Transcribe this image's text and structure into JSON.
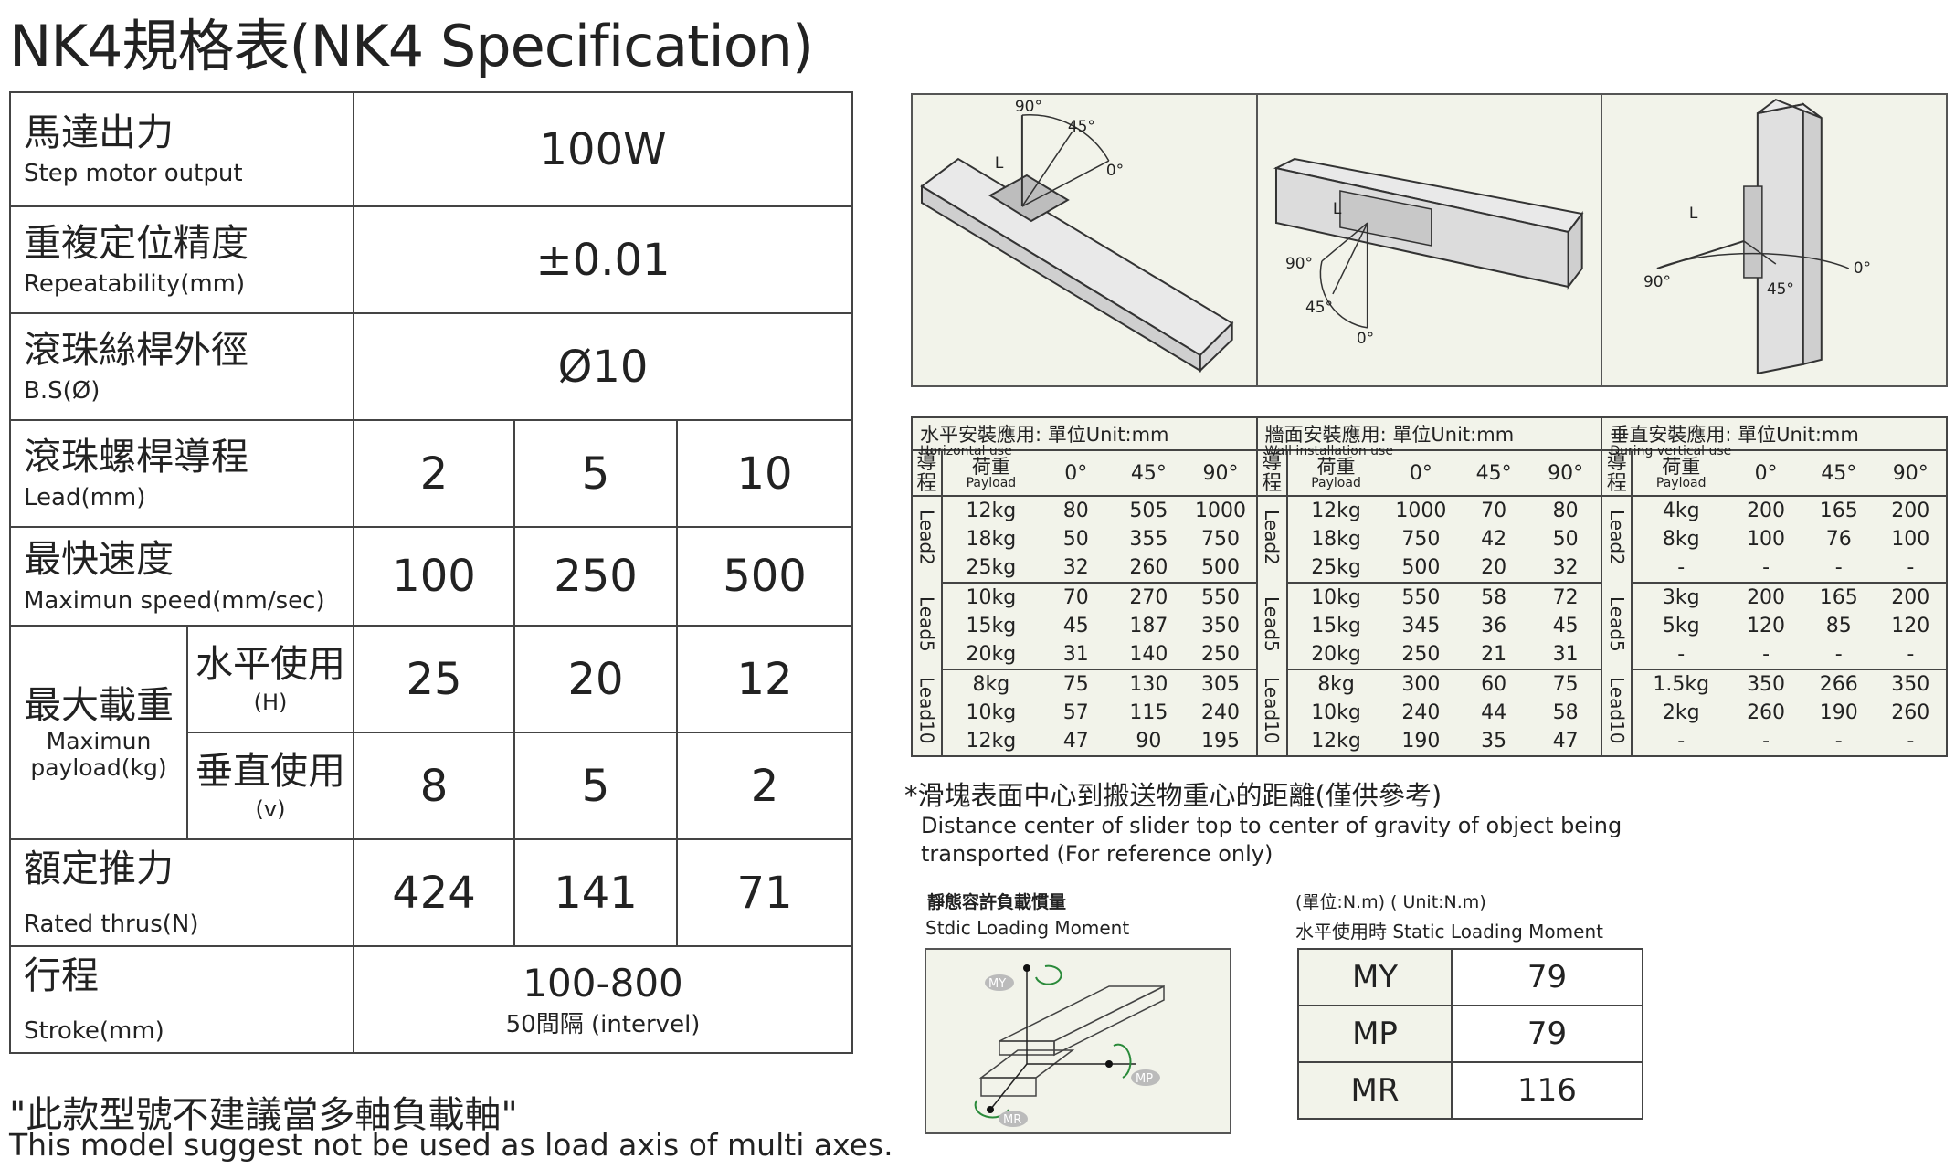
{
  "title": "NK4規格表(NK4 Specification)",
  "spec": {
    "motor_zh": "馬達出力",
    "motor_en": "Step motor output",
    "motor_val": "100W",
    "rep_zh": "重複定位精度",
    "rep_en": "Repeatability(mm)",
    "rep_val": "±0.01",
    "bs_zh": "滾珠絲桿外徑",
    "bs_en": "B.S(Ø)",
    "bs_val": "Ø10",
    "lead_zh": "滾珠螺桿導程",
    "lead_en": "Lead(mm)",
    "leads": [
      "2",
      "5",
      "10"
    ],
    "speed_zh": "最快速度",
    "speed_en": "Maximun speed(mm/sec)",
    "speeds": [
      "100",
      "250",
      "500"
    ],
    "payload_zh": "最大載重",
    "payload_en": "Maximun payload(kg)",
    "h_zh": "水平使用",
    "h_en": "(H)",
    "h_vals": [
      "25",
      "20",
      "12"
    ],
    "v_zh": "垂直使用",
    "v_en": "(v)",
    "v_vals": [
      "8",
      "5",
      "2"
    ],
    "thrust_zh": "額定推力",
    "thrust_en": "Rated thrus(N)",
    "thrusts": [
      "424",
      "141",
      "71"
    ],
    "stroke_zh": "行程",
    "stroke_en": "Stroke(mm)",
    "stroke_val": "100-800",
    "stroke_sub": "50間隔 (intervel)"
  },
  "notes": {
    "zh": "\"此款型號不建議當多軸負載軸\"",
    "en": "This model suggest not be used as load axis of multi axes."
  },
  "illustrations": {
    "horizontal": {
      "a90": "90°",
      "a45": "45°",
      "a0": "0°",
      "L": "L"
    },
    "wall": {
      "a90": "90°",
      "a45": "45°",
      "a0": "0°",
      "L": "L"
    },
    "vertical": {
      "a90": "90°",
      "a45": "45°",
      "a0": "0°",
      "L": "L"
    }
  },
  "payload_tables": {
    "col_lead": "導程",
    "col_payload_zh": "荷重",
    "col_payload_en": "Payload",
    "angles": [
      "0°",
      "45°",
      "90°"
    ],
    "tables": [
      {
        "title_zh": "水平安裝應用: 單位Unit:mm",
        "title_en": "Horizontal use",
        "groups": [
          {
            "lead": "Lead2",
            "rows": [
              [
                "12kg",
                "80",
                "505",
                "1000"
              ],
              [
                "18kg",
                "50",
                "355",
                "750"
              ],
              [
                "25kg",
                "32",
                "260",
                "500"
              ]
            ]
          },
          {
            "lead": "Lead5",
            "rows": [
              [
                "10kg",
                "70",
                "270",
                "550"
              ],
              [
                "15kg",
                "45",
                "187",
                "350"
              ],
              [
                "20kg",
                "31",
                "140",
                "250"
              ]
            ]
          },
          {
            "lead": "Lead10",
            "rows": [
              [
                "8kg",
                "75",
                "130",
                "305"
              ],
              [
                "10kg",
                "57",
                "115",
                "240"
              ],
              [
                "12kg",
                "47",
                "90",
                "195"
              ]
            ]
          }
        ]
      },
      {
        "title_zh": "牆面安裝應用: 單位Unit:mm",
        "title_en": "Wall installation use",
        "groups": [
          {
            "lead": "Lead2",
            "rows": [
              [
                "12kg",
                "1000",
                "70",
                "80"
              ],
              [
                "18kg",
                "750",
                "42",
                "50"
              ],
              [
                "25kg",
                "500",
                "20",
                "32"
              ]
            ]
          },
          {
            "lead": "Lead5",
            "rows": [
              [
                "10kg",
                "550",
                "58",
                "72"
              ],
              [
                "15kg",
                "345",
                "36",
                "45"
              ],
              [
                "20kg",
                "250",
                "21",
                "31"
              ]
            ]
          },
          {
            "lead": "Lead10",
            "rows": [
              [
                "8kg",
                "300",
                "60",
                "75"
              ],
              [
                "10kg",
                "240",
                "44",
                "58"
              ],
              [
                "12kg",
                "190",
                "35",
                "47"
              ]
            ]
          }
        ]
      },
      {
        "title_zh": "垂直安裝應用: 單位Unit:mm",
        "title_en": "During vertical use",
        "groups": [
          {
            "lead": "Lead2",
            "rows": [
              [
                "4kg",
                "200",
                "165",
                "200"
              ],
              [
                "8kg",
                "100",
                "76",
                "100"
              ],
              [
                "-",
                "-",
                "-",
                "-"
              ]
            ]
          },
          {
            "lead": "Lead5",
            "rows": [
              [
                "3kg",
                "200",
                "165",
                "200"
              ],
              [
                "5kg",
                "120",
                "85",
                "120"
              ],
              [
                "-",
                "-",
                "-",
                "-"
              ]
            ]
          },
          {
            "lead": "Lead10",
            "rows": [
              [
                "1.5kg",
                "350",
                "266",
                "350"
              ],
              [
                "2kg",
                "260",
                "190",
                "260"
              ],
              [
                "-",
                "-",
                "-",
                "-"
              ]
            ]
          }
        ]
      }
    ]
  },
  "distance": {
    "zh": "*滑塊表面中心到搬送物重心的距離(僅供參考)",
    "en1": "Distance center of slider top to center of gravity of object being",
    "en2": "transported (For reference only)"
  },
  "static_moment": {
    "label_zh": "靜態容許負載慣量",
    "label_en": "Stdic Loading Moment",
    "unit": "(單位:N.m) ( Unit:N.m)",
    "sub": "水平使用時  Static Loading Moment",
    "diagram": {
      "my": "MY",
      "mp": "MP",
      "mr": "MR"
    },
    "rows": [
      {
        "key": "MY",
        "val": "79"
      },
      {
        "key": "MP",
        "val": "79"
      },
      {
        "key": "MR",
        "val": "116"
      }
    ]
  }
}
